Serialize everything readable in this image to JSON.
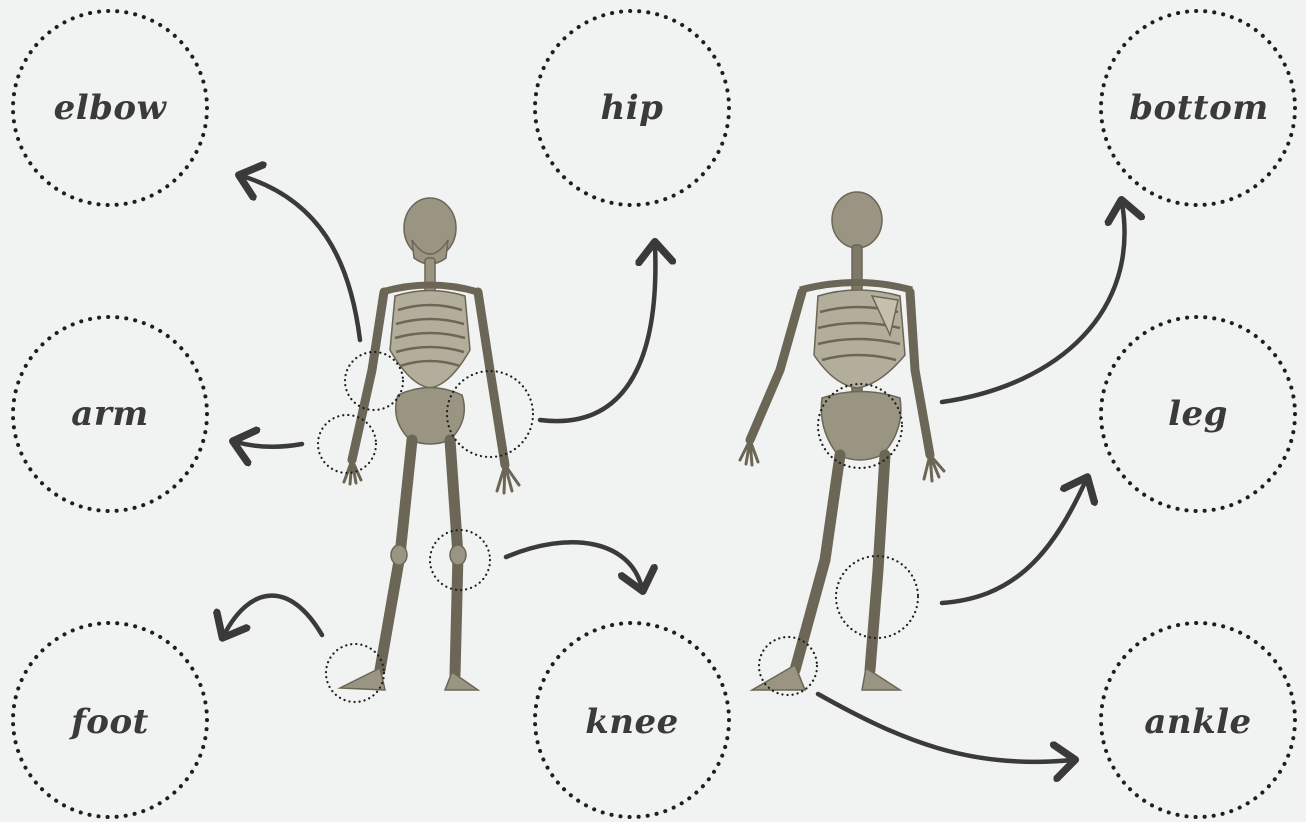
{
  "labels": {
    "elbow": "elbow",
    "hip": "hip",
    "bottom": "bottom",
    "arm": "arm",
    "leg": "leg",
    "foot": "foot",
    "knee": "knee",
    "ankle": "ankle"
  },
  "colors": {
    "background": "#f1f2f2",
    "circle_dots": "#1e1e1e",
    "arrows": "#3a3a3a",
    "bone": "#9a9482",
    "bone_shadow": "#6b6656"
  }
}
